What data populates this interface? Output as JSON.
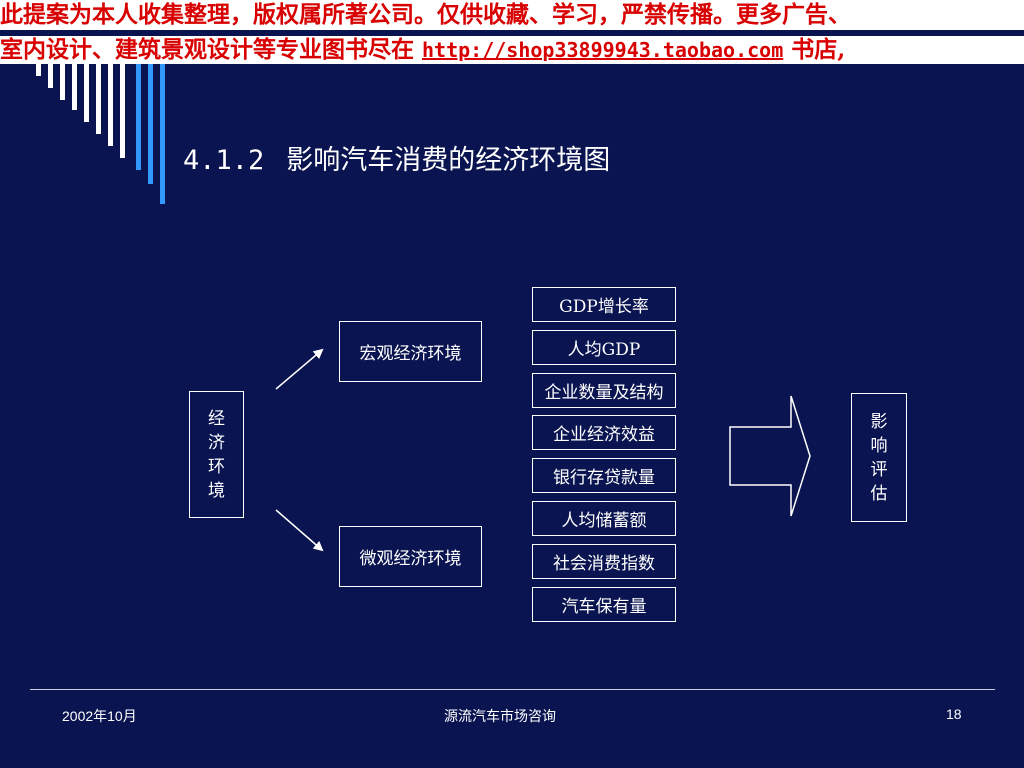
{
  "banner": {
    "line1": "此提案为本人收集整理，版权属所著公司。仅供收藏、学习，严禁传播。更多广告、",
    "line2_prefix": "室内设计、建筑景观设计等专业图书尽在 ",
    "line2_url": "http://shop33899943.taobao.com",
    "line2_suffix": " 书店,"
  },
  "slide": {
    "title_number": "4.1.2",
    "title_text": "影响汽车消费的经济环境图"
  },
  "diagram": {
    "root": [
      "经",
      "济",
      "环",
      "境"
    ],
    "macro": "宏观经济环境",
    "micro": "微观经济环境",
    "indicators": [
      "GDP增长率",
      "人均GDP",
      "企业数量及结构",
      "企业经济效益",
      "银行存贷款量",
      "人均储蓄额",
      "社会消费指数",
      "汽车保有量"
    ],
    "result": [
      "影",
      "响",
      "评",
      "估"
    ]
  },
  "footer": {
    "date": "2002年10月",
    "company": "源流汽车市场咨询",
    "page": "18"
  },
  "colors": {
    "background": "#0a1450",
    "banner_text": "#d80000",
    "accent_stripe": "#3399ff"
  }
}
